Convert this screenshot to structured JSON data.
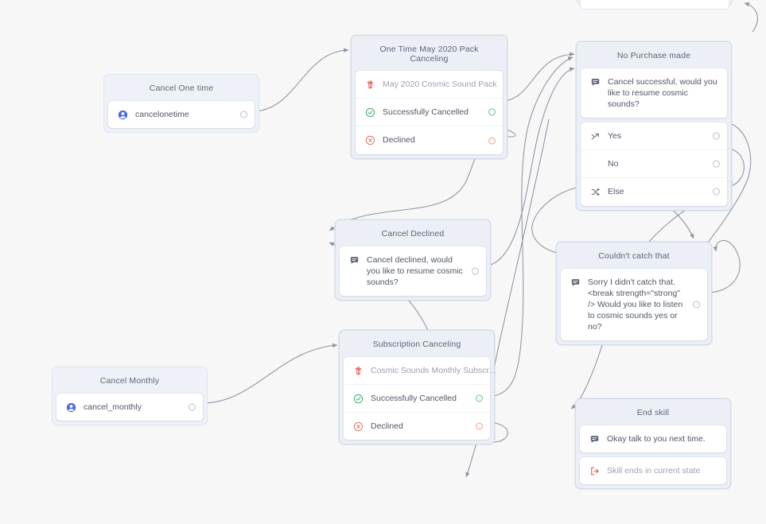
{
  "canvas": {
    "background_color": "#f7f7f8",
    "edge_color": "#8d93a1"
  },
  "palette": {
    "node_header_bg": "#eef1f7",
    "card_bg": "#ffffff",
    "title_text": "#5b6478",
    "label_text": "#4f5666",
    "muted_text": "#9aa1b0",
    "accent_blue": "#4a6ee0",
    "success_green": "#3fae6f",
    "danger_red": "#e0514a"
  },
  "nodes": [
    {
      "id": "cancel-one-time",
      "title": "Cancel One time",
      "rows": [
        {
          "icon": "user-intent-icon",
          "label": "cancelonetime",
          "port": "plain"
        }
      ]
    },
    {
      "id": "one-time-may-2020-pack-canceling",
      "title": "One Time May 2020 Pack Canceling",
      "rows": [
        {
          "icon": "trash-icon",
          "label": "May 2020 Cosmic Sound Pack",
          "port": "none",
          "muted": true
        },
        {
          "icon": "check-circle-icon",
          "label": "Successfully Cancelled",
          "port": "green"
        },
        {
          "icon": "x-circle-icon",
          "label": "Declined",
          "port": "red"
        }
      ]
    },
    {
      "id": "no-purchase-made",
      "title": "No Purchase made",
      "rows": [
        {
          "icon": "speech-bubble-icon",
          "label": "Cancel successful, would you like to resume cosmic sounds?",
          "port": "none"
        },
        {
          "icon": "branch-icon",
          "label": "Yes",
          "port": "plain"
        },
        {
          "icon": "none",
          "label": "No",
          "port": "plain"
        },
        {
          "icon": "shuffle-icon",
          "label": "Else",
          "port": "plain"
        }
      ]
    },
    {
      "id": "cancel-declined",
      "title": "Cancel Declined",
      "rows": [
        {
          "icon": "speech-bubble-icon",
          "label": "Cancel declined, would you like to resume cosmic sounds?",
          "port": "plain"
        }
      ]
    },
    {
      "id": "couldnt-catch-that",
      "title": "Couldn't catch that",
      "rows": [
        {
          "icon": "speech-bubble-icon",
          "label": "Sorry I didn't catch that. <break strength=\"strong\" /> Would you like to listen to cosmic sounds yes or no?",
          "port": "plain"
        }
      ]
    },
    {
      "id": "cancel-monthly",
      "title": "Cancel Monthly",
      "rows": [
        {
          "icon": "user-intent-icon",
          "label": "cancel_monthly",
          "port": "plain"
        }
      ]
    },
    {
      "id": "subscription-canceling",
      "title": "Subscription Canceling",
      "rows": [
        {
          "icon": "trash-icon",
          "label": "Cosmic Sounds Monthly Subscr...",
          "port": "none",
          "muted": true
        },
        {
          "icon": "check-circle-icon",
          "label": "Successfully Cancelled",
          "port": "green"
        },
        {
          "icon": "x-circle-icon",
          "label": "Declined",
          "port": "red"
        }
      ]
    },
    {
      "id": "end-skill",
      "title": "End skill",
      "rows": [
        {
          "icon": "speech-bubble-icon",
          "label": "Okay talk to you next time.",
          "port": "none"
        },
        {
          "icon": "exit-icon",
          "label": "Skill ends in current state",
          "port": "none"
        }
      ]
    }
  ]
}
